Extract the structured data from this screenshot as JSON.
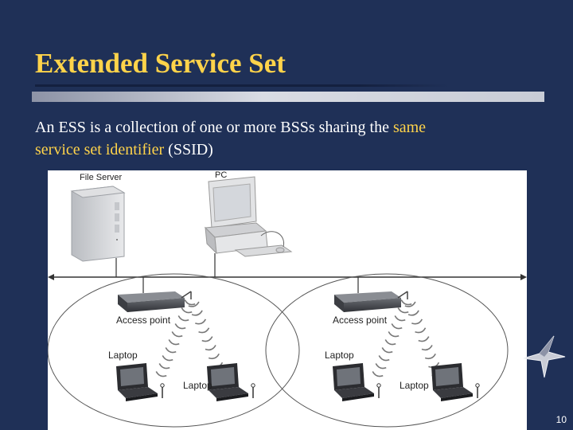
{
  "slide": {
    "title": "Extended Service Set",
    "body_plain": "An ESS is a collection of one or more BSSs sharing the ",
    "body_highlight_1": "same",
    "body_highlight_2": "service set identifier",
    "body_suffix": " (SSID)",
    "page_number": "10"
  },
  "diagram": {
    "labels": {
      "file_server": "File Server",
      "pc": "PC",
      "access_point_left": "Access point",
      "access_point_right": "Access point",
      "laptop_left_1": "Laptop",
      "laptop_left_2": "Laptop",
      "laptop_right_1": "Laptop",
      "laptop_right_2": "Laptop"
    }
  },
  "colors": {
    "background": "#1f3057",
    "title": "#ffd34a",
    "highlight": "#ffd34a",
    "text": "#ffffff"
  }
}
